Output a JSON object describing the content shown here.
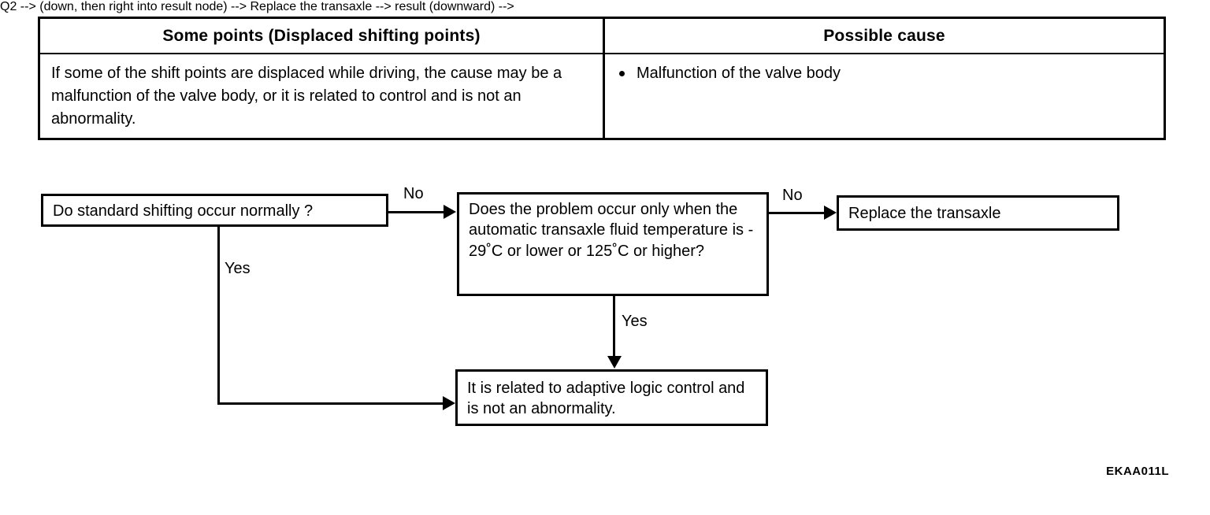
{
  "symptom_table": {
    "headers": [
      "Some points (Displaced shifting points)",
      "Possible cause"
    ],
    "symptom_description": "If some of the shift points are displaced while driving, the cause may be a malfunction of the valve body, or it is related to control and is not an abnormality.",
    "possible_causes": [
      "Malfunction of the valve body"
    ]
  },
  "flowchart": {
    "nodes": {
      "question_1": "Do standard shifting occur normally ?",
      "question_2": "Does the problem occur only when the automatic transaxle fluid temperature is - 29˚C or lower or 125˚C or higher?",
      "action": "Replace the transaxle",
      "result": "It is related to adaptive logic control and is not an abnormality."
    },
    "edge_labels": {
      "q1_no": "No",
      "q1_yes": "Yes",
      "q2_no": "No",
      "q2_yes": "Yes"
    }
  },
  "figure_code": "EKAA011L"
}
